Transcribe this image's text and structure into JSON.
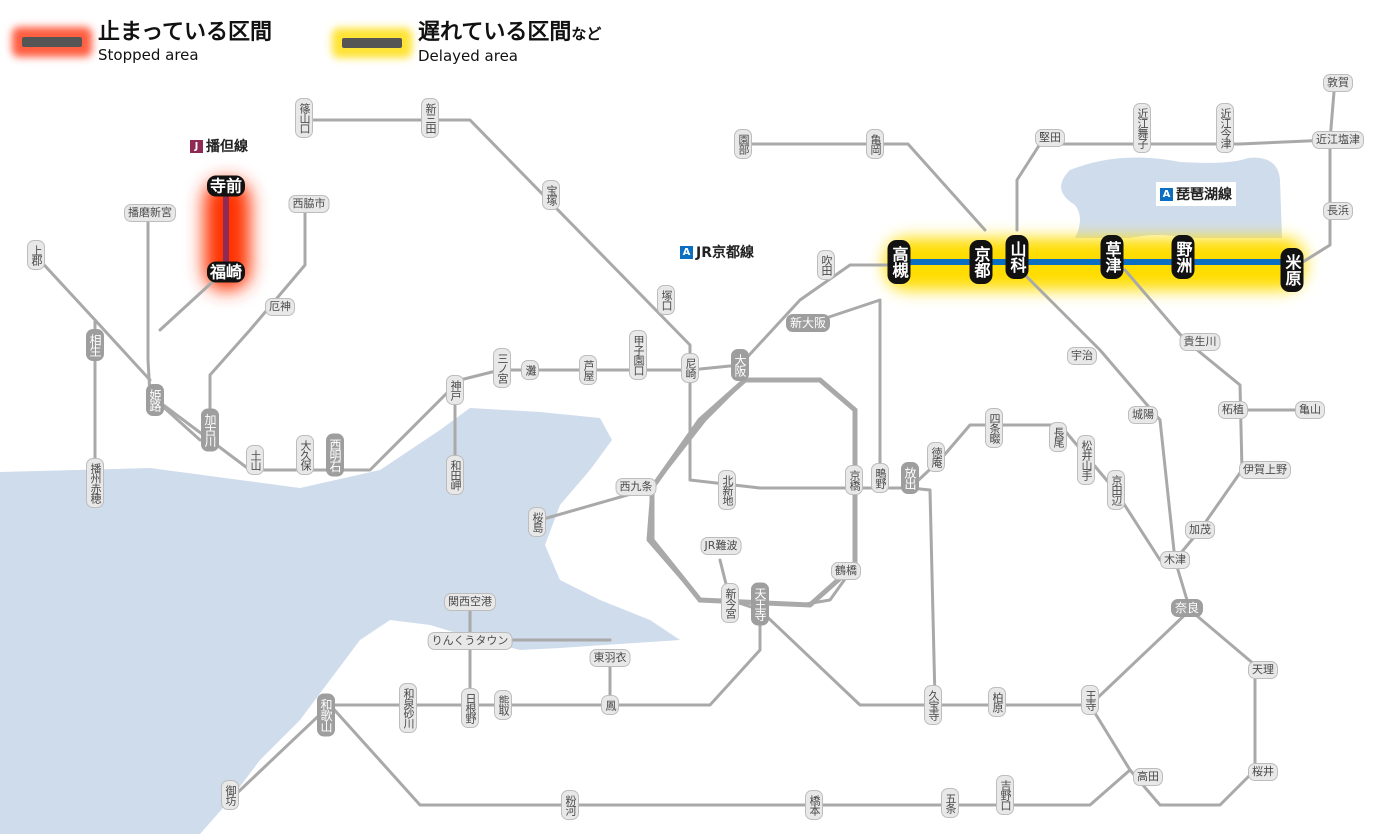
{
  "legend": {
    "stopped_jp": "止まっている区間",
    "stopped_en": "Stopped area",
    "delayed_jp": "遅れている区間",
    "delayed_suffix": "など",
    "delayed_en": "Delayed area"
  },
  "lines": {
    "bantan": {
      "letter": "J",
      "name": "播但線",
      "color": "#8e2a53"
    },
    "kyoto": {
      "letter": "A",
      "name": "JR京都線",
      "color": "#0a6fc2"
    },
    "biwako": {
      "letter": "A",
      "name": "琵琶湖線",
      "color": "#0a6fc2"
    }
  },
  "colors": {
    "sea": "#cfdcec",
    "track": "#a9a9a9",
    "stopped_glow": "#ff3300",
    "delayed_glow": "#ffdd00"
  },
  "stations": {
    "sasayamaguchi": "篠山口",
    "shinsanda": "新三田",
    "takarazuka": "宝塚",
    "sonobe": "園部",
    "kameoka": "亀岡",
    "katata": "堅田",
    "omimaiko": "近江舞子",
    "omiimazu": "近江今津",
    "tsuruga": "敦賀",
    "omishiotsu": "近江塩津",
    "nagahama": "長浜",
    "teramae": "寺前",
    "fukusaki": "福崎",
    "harimashingu": "播磨新宮",
    "nishiwakishi": "西脇市",
    "kamigori": "上郡",
    "aioi": "相生",
    "himeji": "姫路",
    "kakogawa": "加古川",
    "yakujin": "厄神",
    "harimaako": "播州赤穂",
    "takatsuki": "高槻",
    "kyoto": "京都",
    "yamashina": "山科",
    "kusatsu": "草津",
    "yasu": "野洲",
    "maibara": "米原",
    "suita": "吹田",
    "shinosaka": "新大阪",
    "tsukaguchi": "塚口",
    "amagasaki": "尼崎",
    "osaka": "大阪",
    "koshienguchi": "甲子園口",
    "ashiya": "芦屋",
    "nada": "灘",
    "sannomiya": "三ノ宮",
    "kobe": "神戸",
    "wadamisaki": "和田岬",
    "nishiakashi": "西明石",
    "okubo": "大久保",
    "dohoku": "土山",
    "nishikujo": "西九条",
    "sakurajima": "桜島",
    "kitashinchi": "北新地",
    "kyobashi": "京橋",
    "shigino": "鴫野",
    "hanaten": "放出",
    "uji": "宇治",
    "kusatsu2": "貴生川",
    "jojo": "城陽",
    "tsuge": "柘植",
    "kameyama": "亀山",
    "igaueno": "伊賀上野",
    "kamo": "加茂",
    "kizu": "木津",
    "nara": "奈良",
    "tenri": "天理",
    "sakurai": "桜井",
    "takada": "高田",
    "oji": "王寺",
    "shijonawate": "四条畷",
    "nagao": "長尾",
    "matsuiyamate": "松井山手",
    "kyotanabe": "京田辺",
    "tokuan": "徳庵",
    "jrnamba": "JR難波",
    "shinimamiya": "新今宮",
    "tennoji": "天王寺",
    "tsuruhashi": "鶴橋",
    "kyuhoji": "久宝寺",
    "kashiwara": "柏原",
    "kansaiairport": "関西空港",
    "rinkutown": "りんくうタウン",
    "higashihagoromo": "東羽衣",
    "otori": "鳳",
    "kumatori": "熊取",
    "hinenoo": "日根野",
    "izumisunagawa": "和泉砂川",
    "wakayama": "和歌山",
    "gobo": "御坊",
    "kokawa": "粉河",
    "hashimoto": "橋本",
    "gojo": "五条",
    "yoshinoguchi": "吉野口"
  }
}
